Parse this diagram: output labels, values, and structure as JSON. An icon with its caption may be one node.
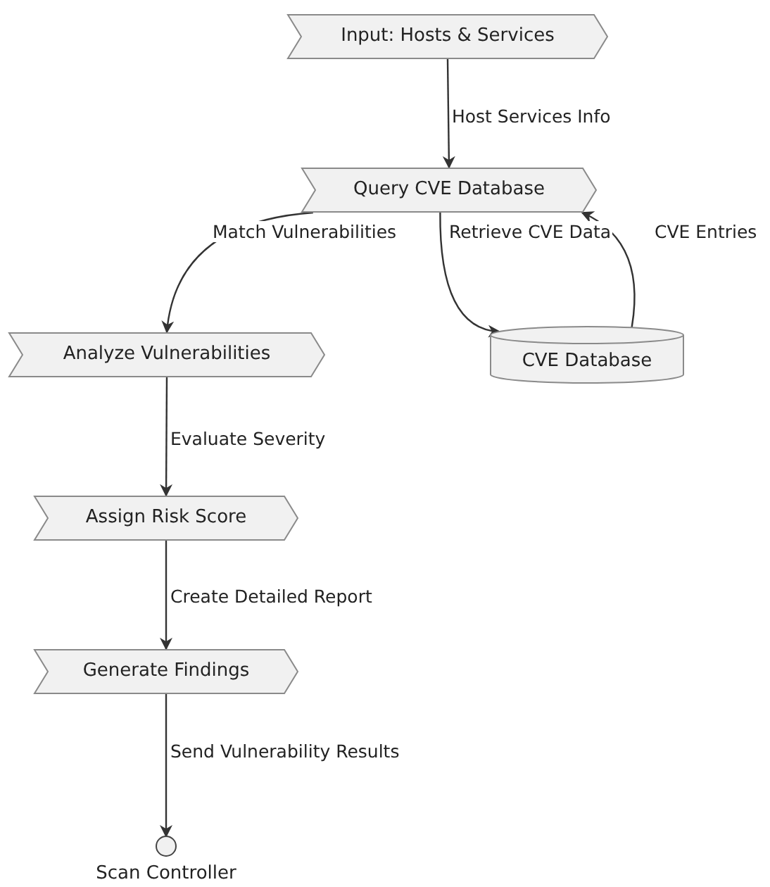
{
  "diagram": {
    "nodes": [
      {
        "text": [
          "Input: Hosts & Services"
        ]
      },
      {
        "text": [
          "Query CVE Database"
        ]
      },
      {
        "text": [
          "Analyze Vulnerabilities"
        ]
      },
      {
        "text": [
          "CVE Database"
        ]
      },
      {
        "text": [
          "Assign Risk Score"
        ]
      },
      {
        "text": [
          "Generate Findings"
        ]
      },
      {
        "text": [
          "Scan Controller"
        ]
      }
    ],
    "edges": [
      {
        "from": 0,
        "to": 1,
        "arrow": "to",
        "label": "Host Services Info"
      },
      {
        "from": 1,
        "to": 2,
        "arrow": "to",
        "label": "Match Vulnerabilities"
      },
      {
        "from": 1,
        "to": 3,
        "arrow": "to",
        "label": "Retrieve CVE Data"
      },
      {
        "from": 3,
        "to": 1,
        "arrow": "to",
        "label": "CVE Entries"
      },
      {
        "from": 2,
        "to": 4,
        "arrow": "to",
        "label": "Evaluate Severity"
      },
      {
        "from": 4,
        "to": 5,
        "arrow": "to",
        "label": "Create Detailed Report"
      },
      {
        "from": 5,
        "to": 6,
        "arrow": "to",
        "label": "Send Vulnerability Results"
      }
    ]
  }
}
